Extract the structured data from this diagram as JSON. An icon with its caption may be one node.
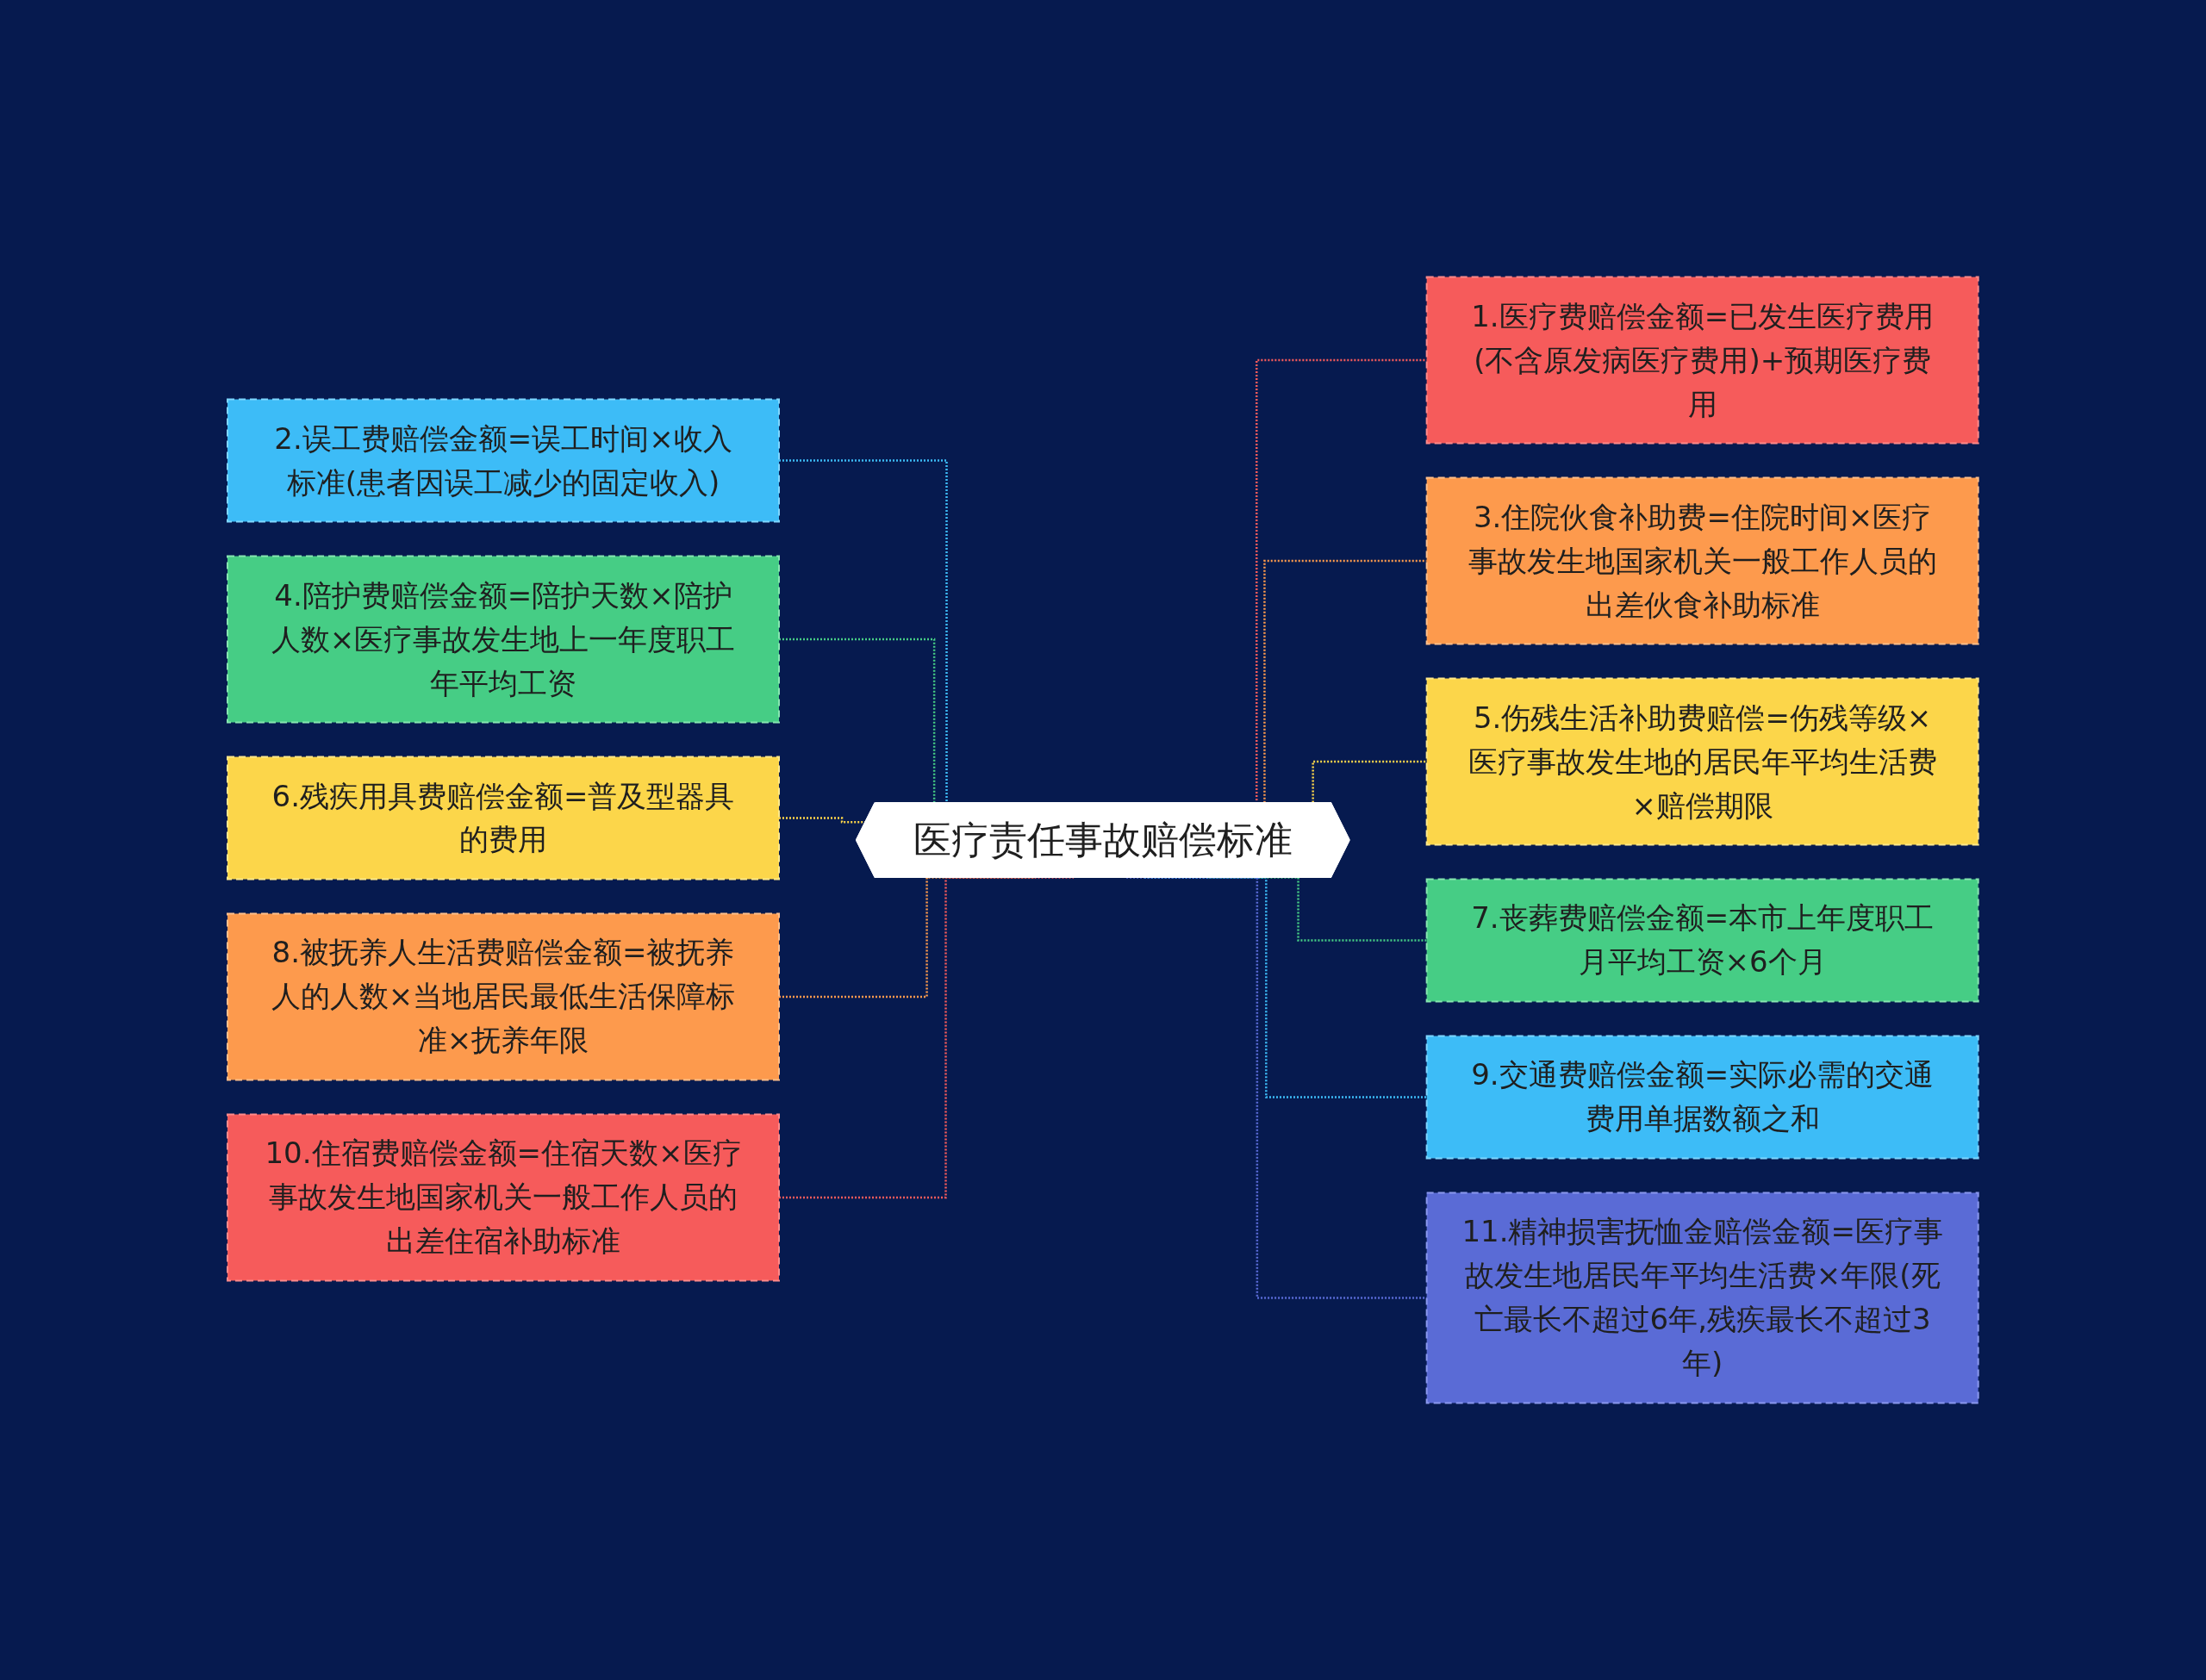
{
  "diagram": {
    "nodes": [
      {
        "text": [
          "医疗责任事故赔偿标准"
        ]
      },
      {
        "text": [
          "1.医疗费赔偿金额=已发生医疗费用(不含原发病医疗费用)+预期医疗费用"
        ]
      },
      {
        "text": [
          "2.误工费赔偿金额=误工时间×收入标准(患者因误工减少的固定收入)"
        ]
      },
      {
        "text": [
          "3.住院伙食补助费=住院时间×医疗事故发生地国家机关一般工作人员的出差伙食补助标准"
        ]
      },
      {
        "text": [
          "4.陪护费赔偿金额=陪护天数×陪护人数×医疗事故发生地上一年度职工年平均工资"
        ]
      },
      {
        "text": [
          "5.伤残生活补助费赔偿=伤残等级×医疗事故发生地的居民年平均生活费×赔偿期限"
        ]
      },
      {
        "text": [
          "6.残疾用具费赔偿金额=普及型器具的费用"
        ]
      },
      {
        "text": [
          "7.丧葬费赔偿金额=本市上年度职工月平均工资×6个月"
        ]
      },
      {
        "text": [
          "8.被抚养人生活费赔偿金额=被抚养人的人数×当地居民最低生活保障标准×抚养年限"
        ]
      },
      {
        "text": [
          "9.交通费赔偿金额=实际必需的交通费用单据数额之和"
        ]
      },
      {
        "text": [
          "10.住宿费赔偿金额=住宿天数×医疗事故发生地国家机关一般工作人员的出差住宿补助标准"
        ]
      },
      {
        "text": [
          "11.精神损害抚恤金赔偿金额=医疗事故发生地居民年平均生活费×年限(死亡最长不超过6年,残疾最长不超过3年)"
        ]
      }
    ],
    "edges": [
      {
        "from": 0,
        "to": 1,
        "arrow": "none",
        "style": "dashed",
        "color": "#f65b5b"
      },
      {
        "from": 0,
        "to": 2,
        "arrow": "none",
        "style": "dashed",
        "color": "#3dbcf7"
      },
      {
        "from": 0,
        "to": 3,
        "arrow": "none",
        "style": "dashed",
        "color": "#fd9a4d"
      },
      {
        "from": 0,
        "to": 4,
        "arrow": "none",
        "style": "dashed",
        "color": "#46cd85"
      },
      {
        "from": 0,
        "to": 5,
        "arrow": "none",
        "style": "dashed",
        "color": "#fcd64a"
      },
      {
        "from": 0,
        "to": 6,
        "arrow": "none",
        "style": "dashed",
        "color": "#fcd64a"
      },
      {
        "from": 0,
        "to": 7,
        "arrow": "none",
        "style": "dashed",
        "color": "#46cd85"
      },
      {
        "from": 0,
        "to": 8,
        "arrow": "none",
        "style": "dashed",
        "color": "#fd9a4d"
      },
      {
        "from": 0,
        "to": 9,
        "arrow": "none",
        "style": "dashed",
        "color": "#3dbcf7"
      },
      {
        "from": 0,
        "to": 10,
        "arrow": "none",
        "style": "dashed",
        "color": "#f65b5b"
      },
      {
        "from": 0,
        "to": 11,
        "arrow": "none",
        "style": "dashed",
        "color": "#5a6bd6"
      }
    ]
  }
}
